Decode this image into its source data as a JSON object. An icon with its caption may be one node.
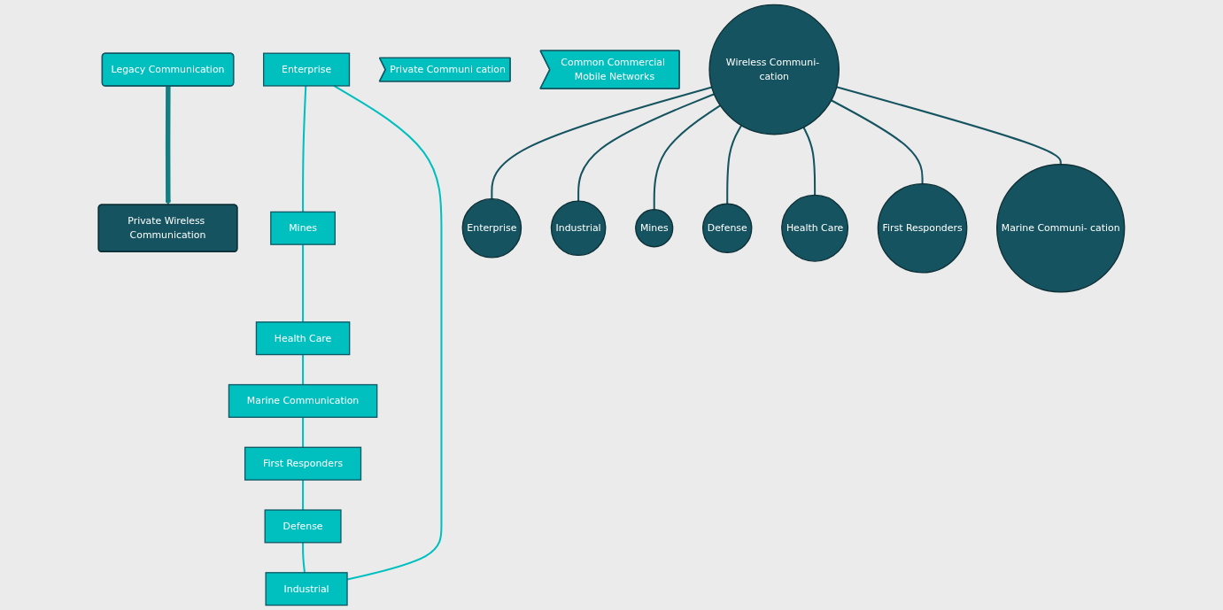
{
  "diagram": {
    "nodes": [
      {
        "text": [
          "Legacy Communication"
        ]
      },
      {
        "text": [
          "Enterprise"
        ]
      },
      {
        "text": [
          "Industrial"
        ]
      },
      {
        "text": [
          "Mines"
        ]
      },
      {
        "text": [
          "Private Communi cation"
        ]
      },
      {
        "text": [
          "Common Commercial Mobile Networks"
        ]
      },
      {
        "text": [
          "Defense"
        ]
      },
      {
        "text": [
          "Health Care"
        ]
      },
      {
        "text": [
          "First Responders"
        ]
      },
      {
        "text": [
          "Marine Communication"
        ]
      },
      {
        "text": [
          "Private Wireless Communication"
        ]
      },
      {
        "text": [
          "Enterprise"
        ]
      },
      {
        "text": [
          "Industrial"
        ]
      },
      {
        "text": [
          "Mines"
        ]
      },
      {
        "text": [
          "Wireless Communi- cation"
        ]
      },
      {
        "text": [
          "Defense"
        ]
      },
      {
        "text": [
          "Health Care"
        ]
      },
      {
        "text": [
          "First Responders"
        ]
      },
      {
        "text": [
          "Marine Communi- cation"
        ]
      }
    ],
    "edges": [
      {
        "from": 1,
        "to": 3,
        "arrow": "none",
        "color": "#00bfbf"
      },
      {
        "from": 3,
        "to": 7,
        "arrow": "none",
        "color": "#00bfbf"
      },
      {
        "from": 7,
        "to": 9,
        "arrow": "none",
        "color": "#00bfbf"
      },
      {
        "from": 9,
        "to": 8,
        "arrow": "none",
        "color": "#00bfbf"
      },
      {
        "from": 8,
        "to": 6,
        "arrow": "none",
        "color": "#00bfbf"
      },
      {
        "from": 6,
        "to": 2,
        "arrow": "none",
        "color": "#00bfbf"
      },
      {
        "from": 2,
        "to": 1,
        "arrow": "none",
        "color": "#00bfbf"
      },
      {
        "from": 0,
        "to": 10,
        "arrow": "to",
        "style": "thick",
        "color": "#137f80"
      },
      {
        "from": 14,
        "to": 11,
        "arrow": "none",
        "color": "#14535f"
      },
      {
        "from": 14,
        "to": 12,
        "arrow": "none",
        "color": "#14535f"
      },
      {
        "from": 14,
        "to": 13,
        "arrow": "none",
        "color": "#14535f"
      },
      {
        "from": 14,
        "to": 15,
        "arrow": "none",
        "color": "#14535f"
      },
      {
        "from": 14,
        "to": 16,
        "arrow": "none",
        "color": "#14535f"
      },
      {
        "from": 14,
        "to": 17,
        "arrow": "none",
        "color": "#14535f"
      },
      {
        "from": 14,
        "to": 18,
        "arrow": "none",
        "color": "#14535f"
      }
    ]
  }
}
